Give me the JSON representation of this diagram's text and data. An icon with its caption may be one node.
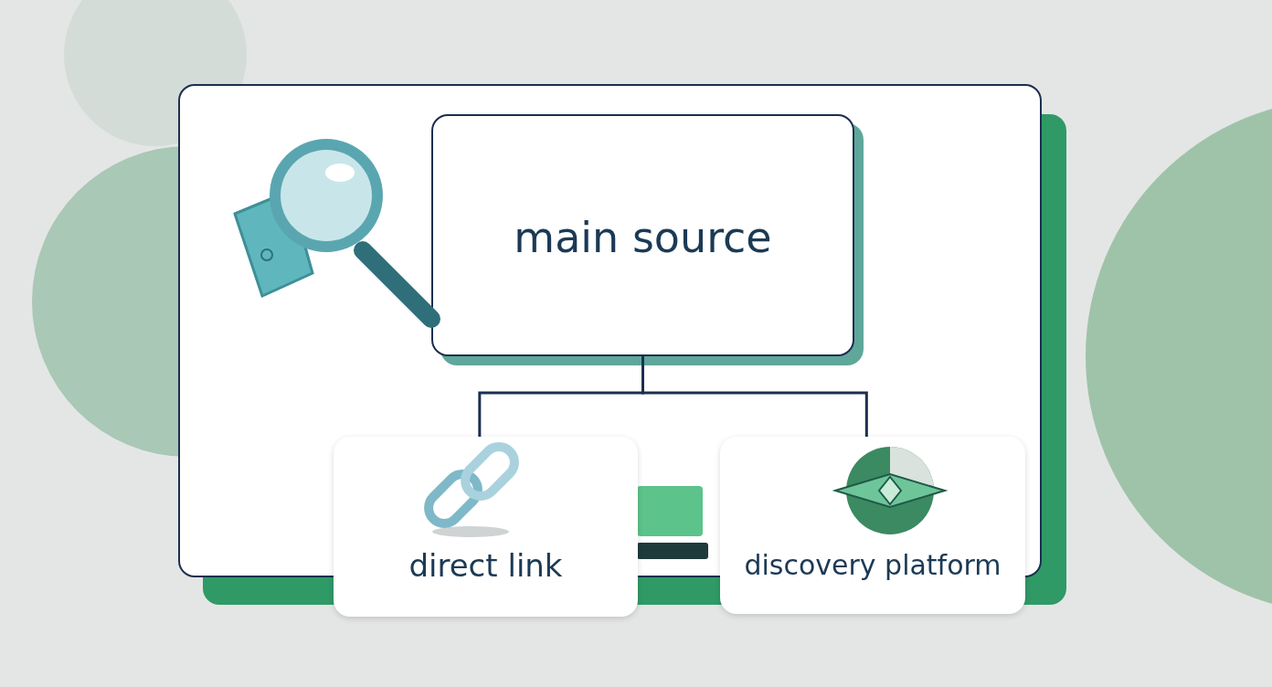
{
  "diagram": {
    "nodes": [
      {
        "text": [],
        "shape": "box"
      },
      {
        "text": [
          "main source"
        ],
        "in": 0
      },
      {
        "text": [
          "direct link"
        ]
      },
      {
        "text": [
          "discovery platform"
        ]
      }
    ],
    "edges": [
      {
        "from": 1,
        "to": 2,
        "arrow": "none"
      },
      {
        "from": 1,
        "to": 3,
        "arrow": "none"
      }
    ]
  }
}
